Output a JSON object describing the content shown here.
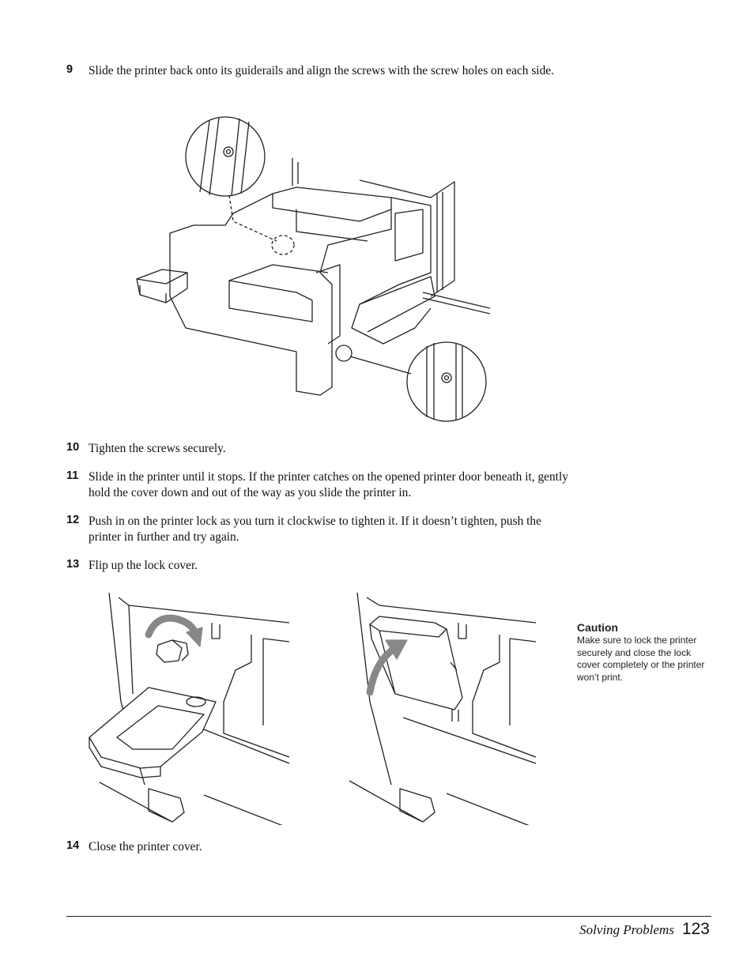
{
  "steps": [
    {
      "number": "9",
      "text": "Slide the printer back onto its guiderails and align the screws with the screw holes on each side."
    },
    {
      "number": "10",
      "text": "Tighten the screws securely."
    },
    {
      "number": "11",
      "text": "Slide in the printer until it stops. If the printer catches on the opened printer door beneath it, gently hold the cover down and out of the way as you slide the printer in."
    },
    {
      "number": "12",
      "text": "Push in on the printer lock as you turn it clockwise to tighten it. If it doesn’t tighten, push the printer in further and try again."
    },
    {
      "number": "13",
      "text": "Flip up the lock cover."
    },
    {
      "number": "14",
      "text": "Close the printer cover."
    }
  ],
  "caution": {
    "title": "Caution",
    "body": "Make sure to lock the printer securely and close the lock cover completely or the printer won’t print."
  },
  "footer": {
    "section": "Solving Problems",
    "page": "123"
  }
}
